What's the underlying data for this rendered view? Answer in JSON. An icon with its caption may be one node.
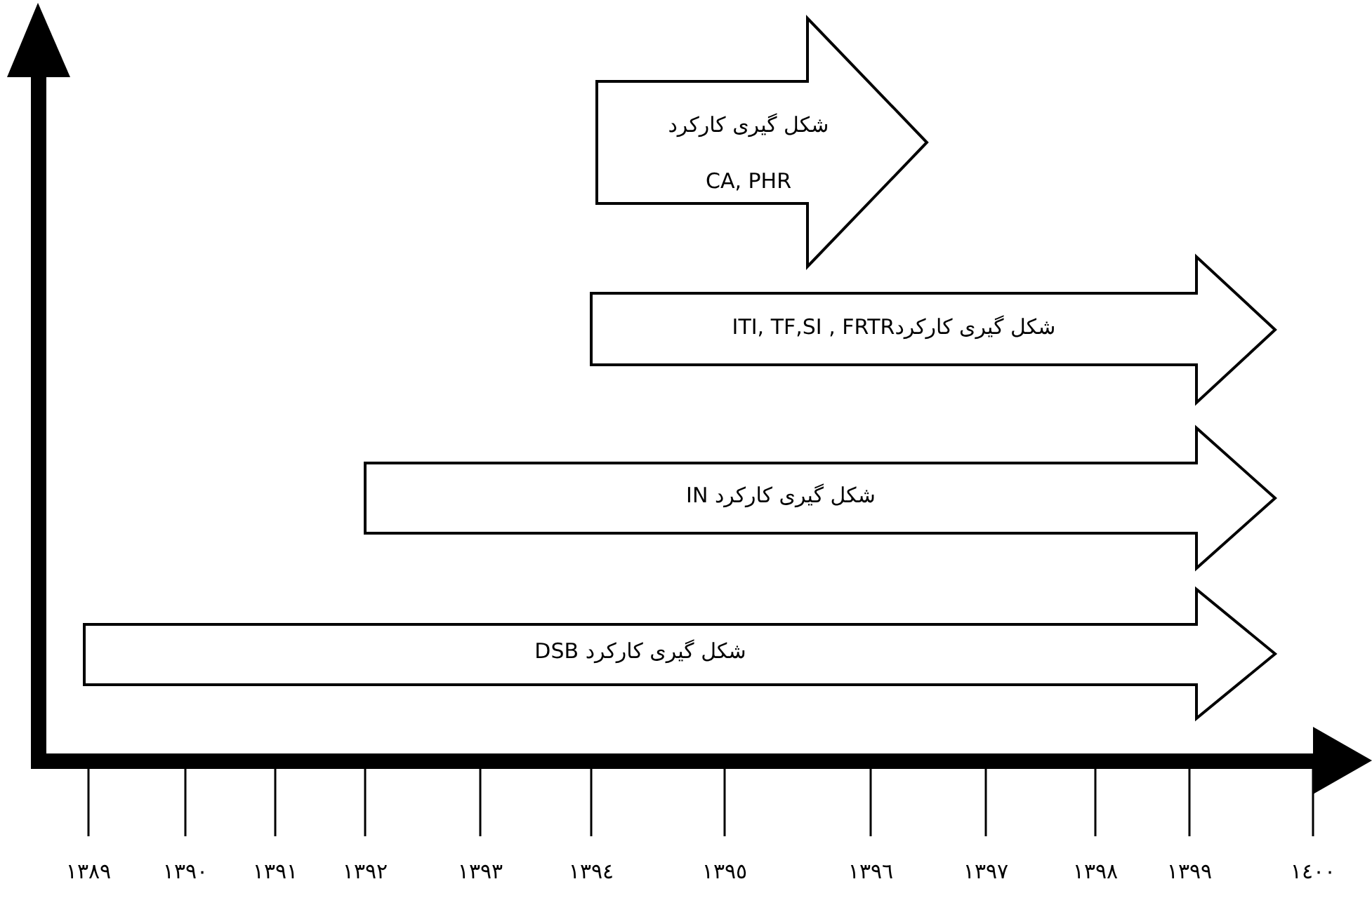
{
  "diagram": {
    "nodes": [
      {
        "text": [
          "شکل گیری کارکرد",
          "CA, PHR"
        ]
      },
      {
        "text": [
          "شکل گیری کارکردITI, TF,SI , FRTR"
        ]
      },
      {
        "text": [
          "شکل گیری کارکرد IN"
        ]
      },
      {
        "text": [
          "شکل گیری کارکرد DSB"
        ]
      }
    ],
    "labels": [
      "١٣٨٩",
      "١٣٩٠",
      "١٣٩١",
      "١٣٩٢",
      "١٣٩٣",
      "١٣٩٤",
      "١٣٩٥",
      "١٣٩٦",
      "١٣٩٧",
      "١٣٩٨",
      "١٣٩٩",
      "١٤٠٠"
    ]
  }
}
